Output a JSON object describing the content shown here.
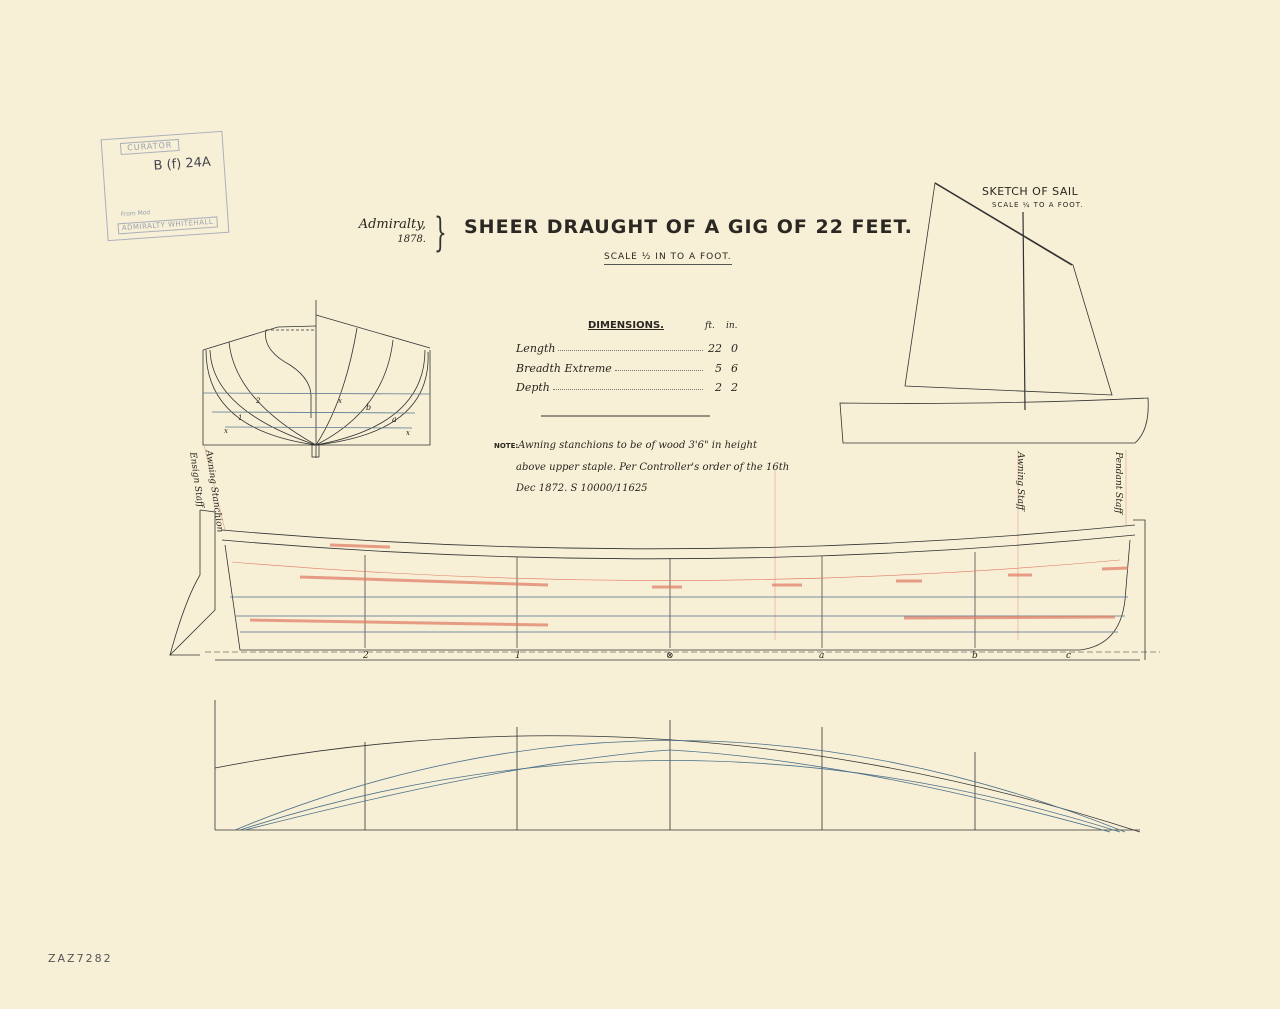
{
  "title": "SHEER DRAUGHT OF A GIG OF 22 FEET.",
  "scale": "SCALE ½ IN TO A FOOT.",
  "admiralty": {
    "label": "Admiralty,",
    "year": "1878."
  },
  "stamp": {
    "header": "CURATOR",
    "reference": "B (f) 24A",
    "from_label": "From Mod",
    "footer": "ADMIRALTY WHITEHALL"
  },
  "dimensions": {
    "heading": "DIMENSIONS.",
    "units": [
      "ft.",
      "in."
    ],
    "rows": [
      {
        "label": "Length",
        "ft": "22",
        "in": "0"
      },
      {
        "label": "Breadth Extreme",
        "ft": "5",
        "in": "6"
      },
      {
        "label": "Depth",
        "ft": "2",
        "in": "2"
      }
    ]
  },
  "note": {
    "label": "NOTE:",
    "line1": "Awning stanchions to be of wood 3'6\" in height",
    "line2": "above upper staple. Per Controller's order of the 16th",
    "line3": "Dec 1872. S 10000/11625"
  },
  "sail": {
    "title": "SKETCH OF SAIL",
    "scale": "SCALE ¼ TO A FOOT."
  },
  "staff_labels": {
    "stern_1": "Awning Stanchion",
    "stern_2": "Ensign Staff",
    "awning": "Awning Staff",
    "pendant": "Pendant Staff"
  },
  "stations": [
    "2",
    "1",
    "⊗",
    "a",
    "b",
    "c"
  ],
  "body_plan_labels": [
    "2",
    "1",
    "x",
    "x",
    "b",
    "a",
    "x"
  ],
  "catalogue_number": "ZAZ7282",
  "colors": {
    "paper": "#f7efd6",
    "ink": "#2a2620",
    "blue": "#4a6f8a",
    "red": "#e07a62"
  }
}
